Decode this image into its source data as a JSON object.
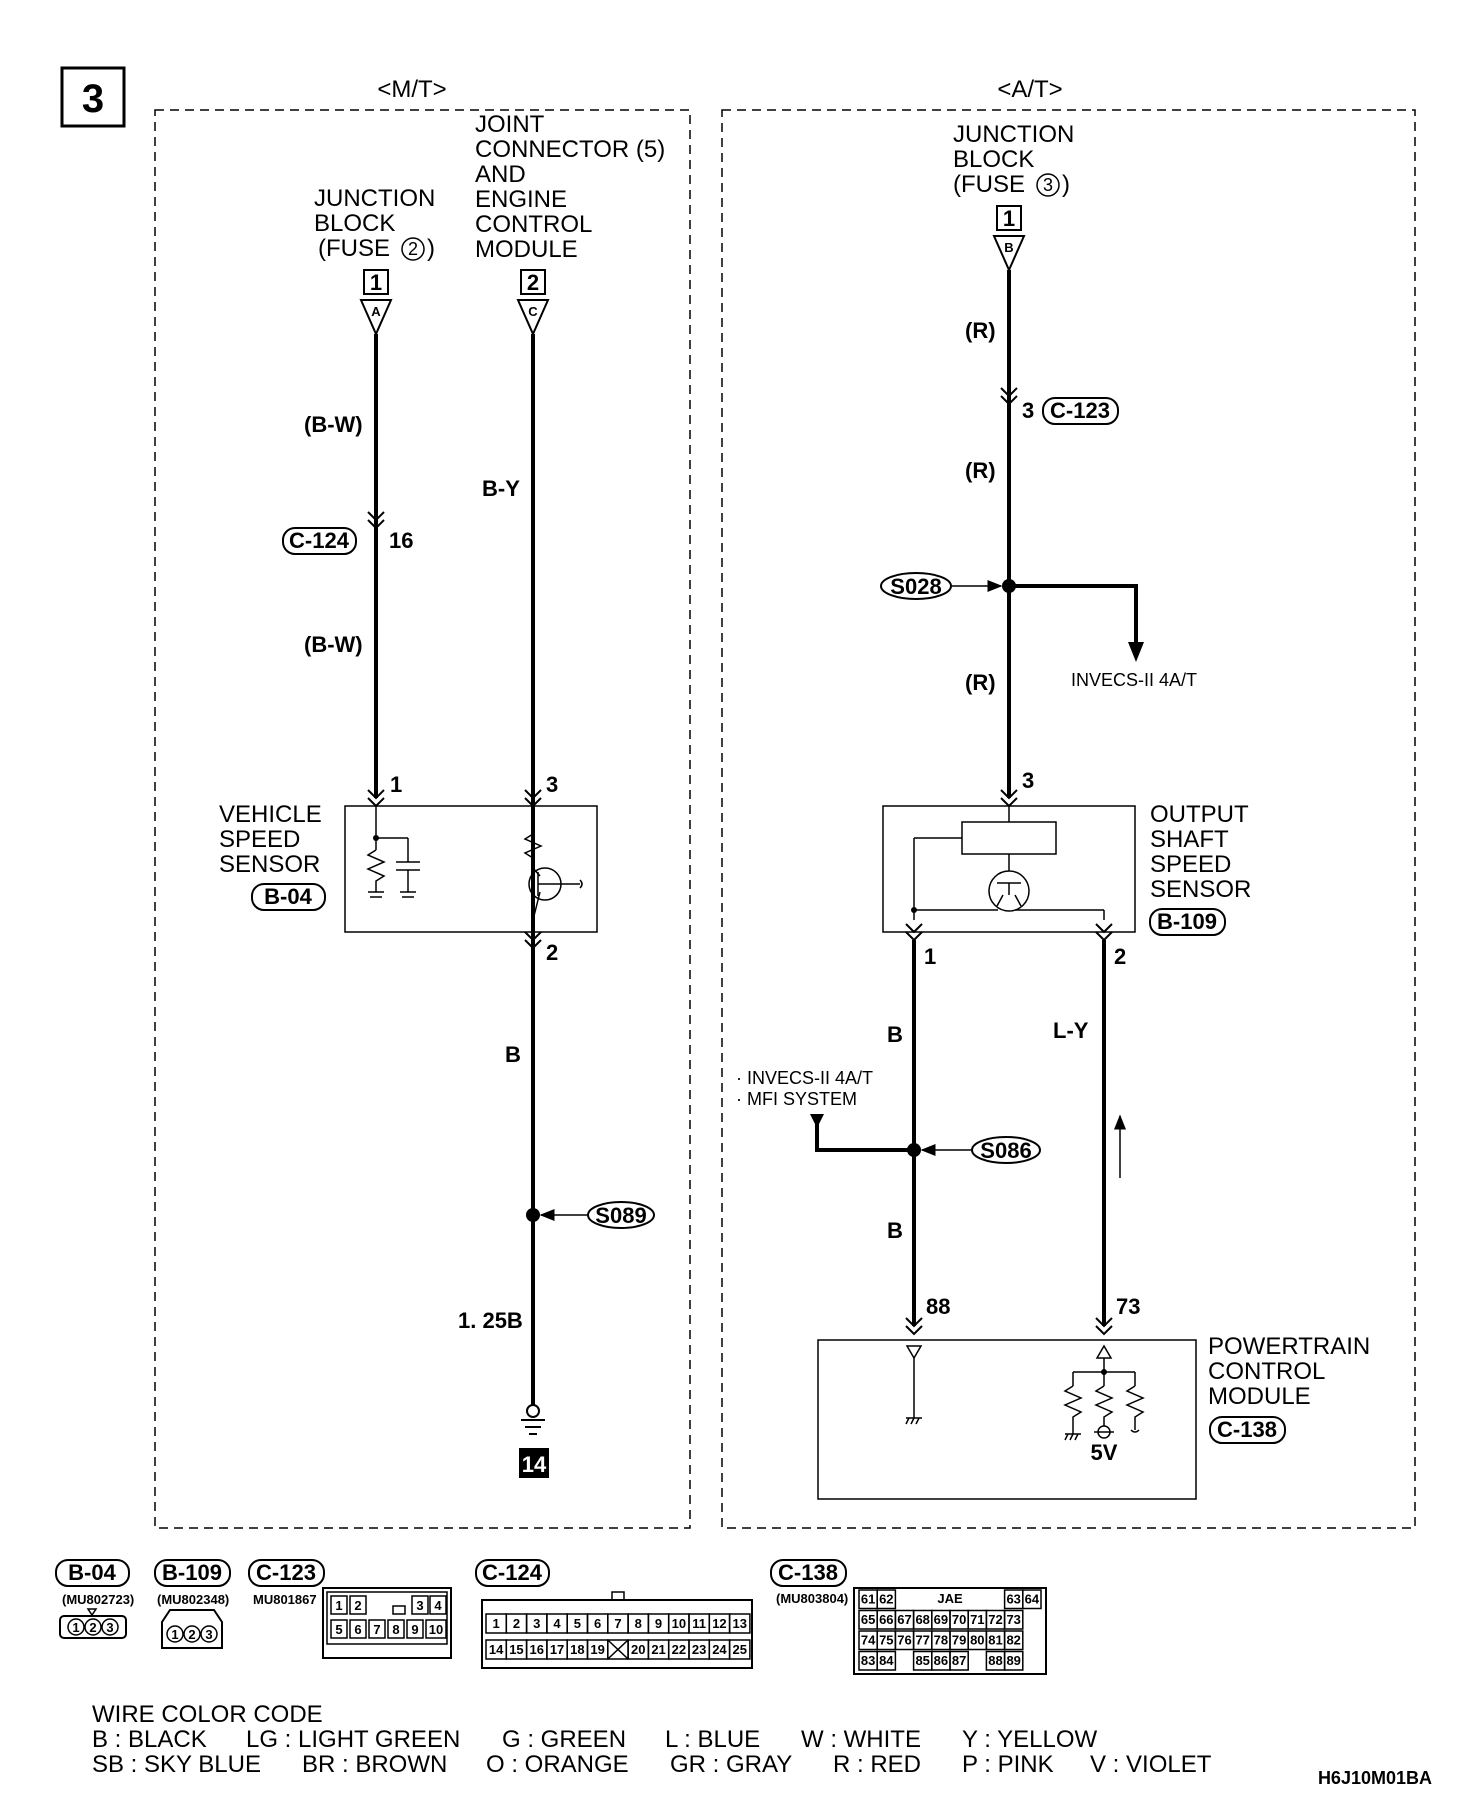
{
  "diagram_number": "3",
  "mt_section": {
    "label": "<M/T>",
    "junction_block": {
      "lines": [
        "JUNCTION",
        "BLOCK",
        "(FUSE"
      ],
      "fuse": "2",
      "close": ")",
      "box": "1",
      "pin": "A"
    },
    "joint_connector": {
      "lines": [
        "JOINT",
        "CONNECTOR (5)",
        "AND",
        "ENGINE",
        "CONTROL",
        "MODULE"
      ],
      "box": "2",
      "pin": "C"
    },
    "wire_bw_1": "(B-W)",
    "connector_c124": "C-124",
    "c124_pin": "16",
    "wire_bw_2": "(B-W)",
    "wire_by": "B-Y",
    "sensor": {
      "lines": [
        "VEHICLE",
        "SPEED",
        "SENSOR"
      ],
      "connector": "B-04",
      "pin1": "1",
      "pin3": "3",
      "pin2": "2"
    },
    "wire_b": "B",
    "splice": "S089",
    "wire_125b": "1. 25B",
    "ground": "14"
  },
  "at_section": {
    "label": "<A/T>",
    "junction_block": {
      "lines": [
        "JUNCTION",
        "BLOCK",
        "(FUSE"
      ],
      "fuse": "3",
      "close": ")",
      "box": "1",
      "pin": "B"
    },
    "wire_r_1": "(R)",
    "c123_pin": "3",
    "connector_c123": "C-123",
    "wire_r_2": "(R)",
    "splice_s028": "S028",
    "branch_invecs": "INVECS-II 4A/T",
    "wire_r_3": "(R)",
    "sensor_pin": "3",
    "sensor": {
      "lines": [
        "OUTPUT",
        "SHAFT",
        "SPEED",
        "SENSOR"
      ],
      "connector": "B-109"
    },
    "pin1": "1",
    "pin2": "2",
    "wire_b_1": "B",
    "wire_ly": "L-Y",
    "branch_list": [
      "· INVECS-II 4A/T",
      "· MFI SYSTEM"
    ],
    "splice_s086": "S086",
    "wire_b_2": "B",
    "pcm_pin88": "88",
    "pcm_pin73": "73",
    "pcm": {
      "lines": [
        "POWERTRAIN",
        "CONTROL",
        "MODULE"
      ],
      "connector": "C-138",
      "voltage": "5V"
    }
  },
  "connectors": {
    "b04": {
      "name": "B-04",
      "part": "(MU802723)",
      "pins": [
        "1",
        "2",
        "3"
      ]
    },
    "b109": {
      "name": "B-109",
      "part": "(MU802348)",
      "pins": [
        "1",
        "2",
        "3"
      ]
    },
    "c123": {
      "name": "C-123",
      "part": "MU801867",
      "top": [
        "1",
        "2",
        "3",
        "4"
      ],
      "bottom": [
        "5",
        "6",
        "7",
        "8",
        "9",
        "10"
      ]
    },
    "c124": {
      "name": "C-124",
      "top": [
        "1",
        "2",
        "3",
        "4",
        "5",
        "6",
        "7",
        "8",
        "9",
        "10",
        "11",
        "12",
        "13"
      ],
      "bottom": [
        "14",
        "15",
        "16",
        "17",
        "18",
        "19",
        "20",
        "21",
        "22",
        "23",
        "24",
        "25"
      ]
    },
    "c138": {
      "name": "C-138",
      "part": "(MU803804)",
      "maker": "JAE",
      "rows": [
        [
          "61",
          "62",
          "",
          "",
          "",
          "",
          "",
          "",
          "63",
          "64"
        ],
        [
          "65",
          "66",
          "67",
          "68",
          "69",
          "70",
          "71",
          "72",
          "73",
          ""
        ],
        [
          "74",
          "75",
          "76",
          "77",
          "78",
          "79",
          "80",
          "81",
          "82",
          ""
        ],
        [
          "83",
          "84",
          "",
          "85",
          "86",
          "87",
          "",
          "88",
          "89",
          ""
        ]
      ]
    }
  },
  "wire_color_code": {
    "title": "WIRE COLOR CODE",
    "row1": [
      "B : BLACK",
      "LG : LIGHT GREEN",
      "G : GREEN",
      "L : BLUE",
      "W : WHITE",
      "Y : YELLOW"
    ],
    "row2": [
      "SB : SKY BLUE",
      "BR : BROWN",
      "O : ORANGE",
      "GR : GRAY",
      "R : RED",
      "P : PINK",
      "V : VIOLET"
    ]
  },
  "figure_code": "H6J10M01BA"
}
